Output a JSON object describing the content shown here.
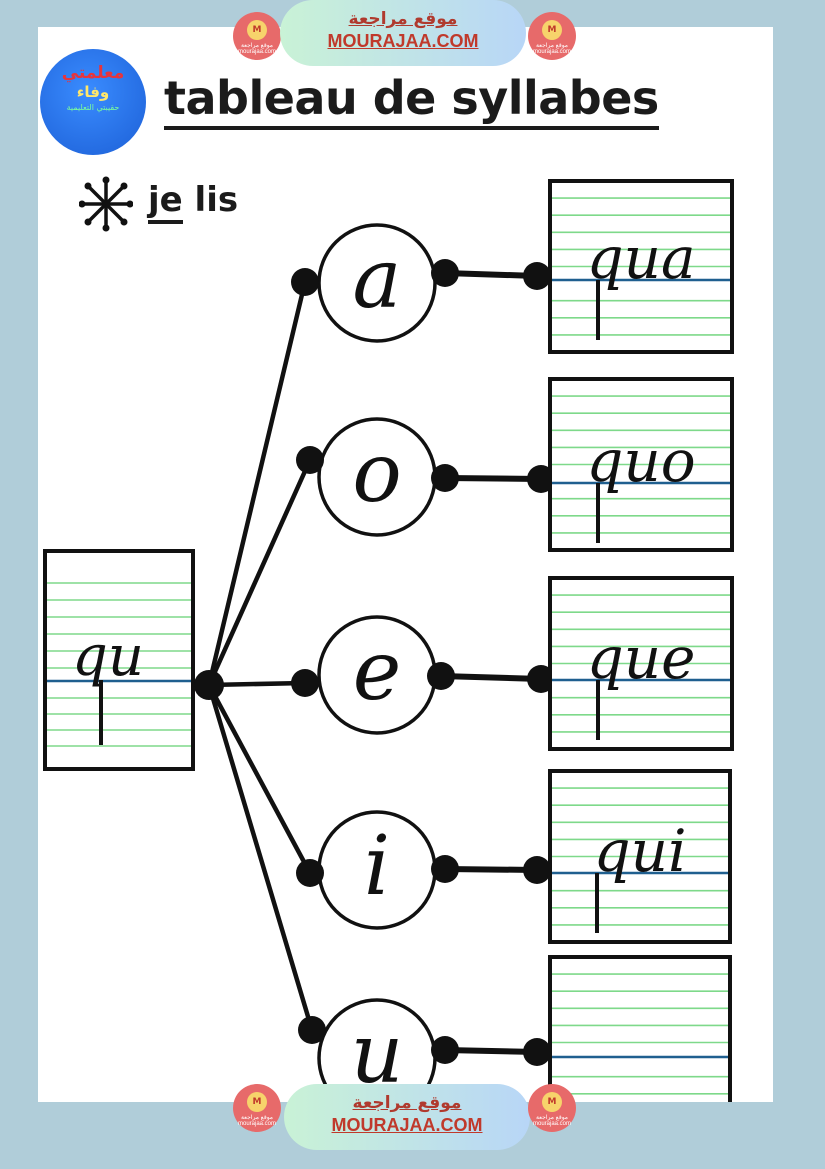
{
  "banner": {
    "arabic": "موقع مراجعة",
    "site": "MOURAJAA.COM"
  },
  "badge": {
    "mark": "M",
    "caption": "موقع مراجعة mourajaa.com"
  },
  "logo": {
    "line1": "معلمتي",
    "line2": "وفاء",
    "line3": "حقيبتي التعليمية"
  },
  "title": "tableau de syllabes",
  "instruction": {
    "symbol": "asterisk-icon",
    "text_underlined": "je",
    "text_rest": " lis"
  },
  "source": {
    "syllable": "qu"
  },
  "vowels": [
    "a",
    "o",
    "e",
    "i",
    "u"
  ],
  "results": [
    "qua",
    "quo",
    "que",
    "qui",
    ""
  ],
  "colors": {
    "background": "#b0cdd9",
    "banner_text": "#c0392b",
    "lined_green": "#7ed98a",
    "baseline_blue": "#1f5f8f"
  }
}
